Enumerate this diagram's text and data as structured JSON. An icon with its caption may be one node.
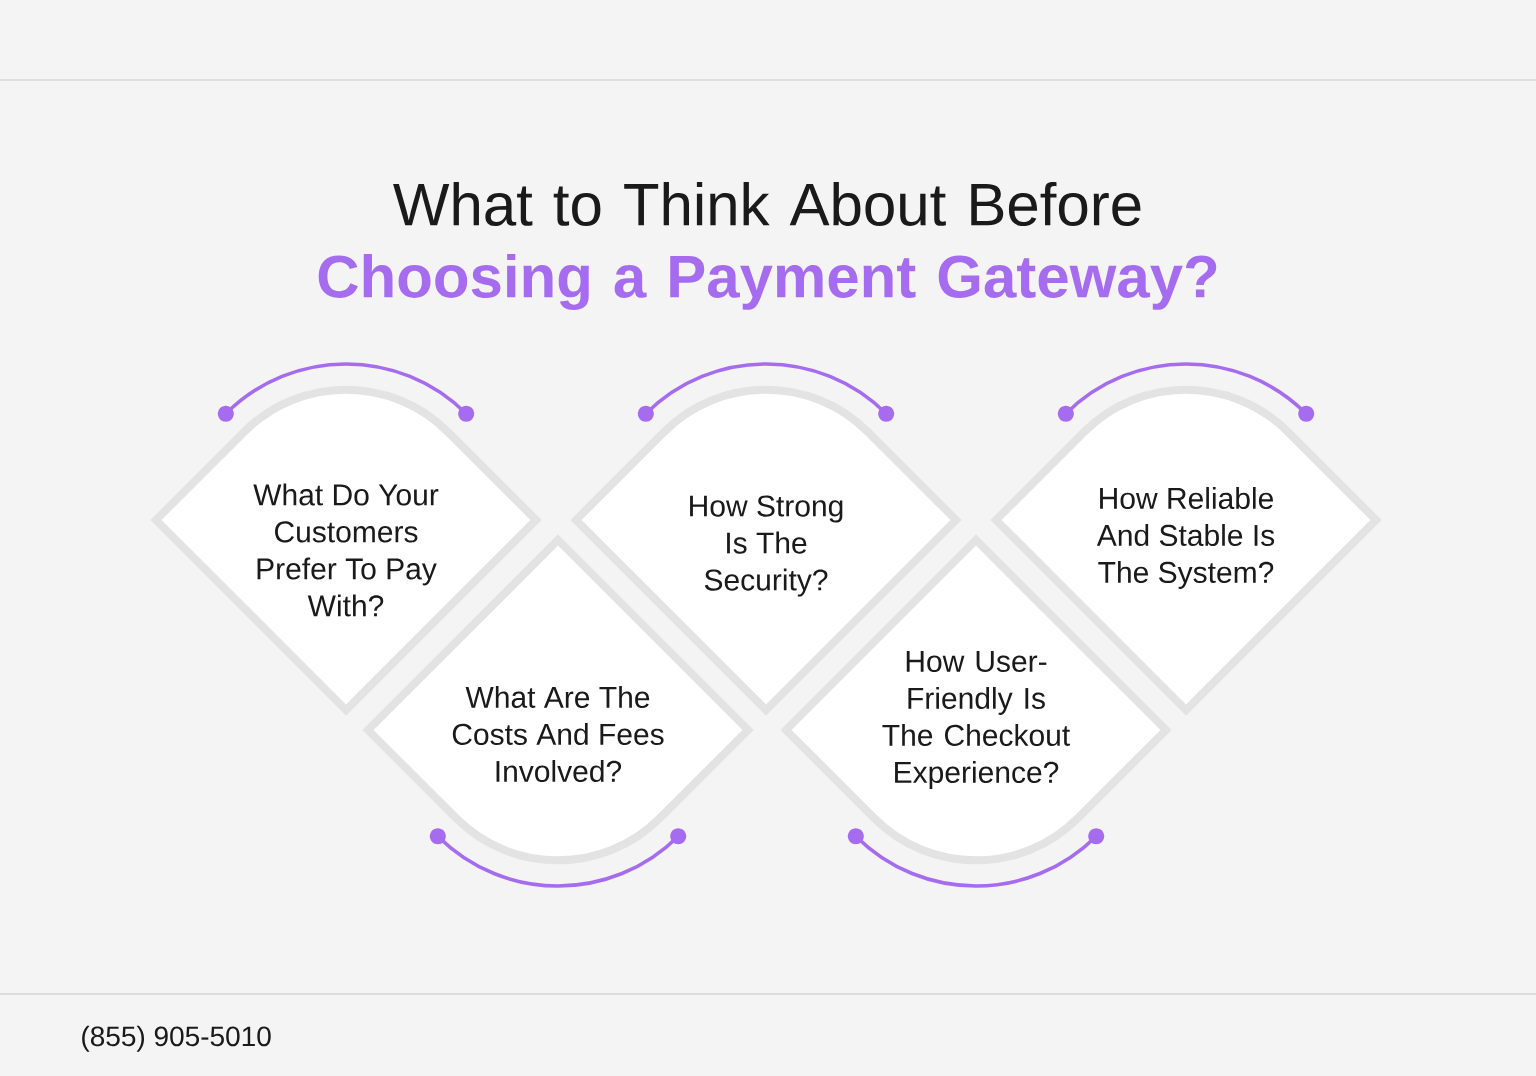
{
  "diagram": {
    "title": "What to Think About Before **Choosing a Payment Gateway?**",
    "nodes": [
      {
        "text": [
          "What Do Your Customers Prefer To Pay With?"
        ]
      },
      {
        "text": [
          "What Are The Costs And Fees Involved?"
        ]
      },
      {
        "text": [
          "How Strong Is The Security?"
        ]
      },
      {
        "text": [
          "How User-Friendly Is The Checkout Experience?"
        ]
      },
      {
        "text": [
          "How Reliable And Stable Is The System?"
        ]
      }
    ],
    "labels": [
      "(855) 905-5010"
    ]
  }
}
